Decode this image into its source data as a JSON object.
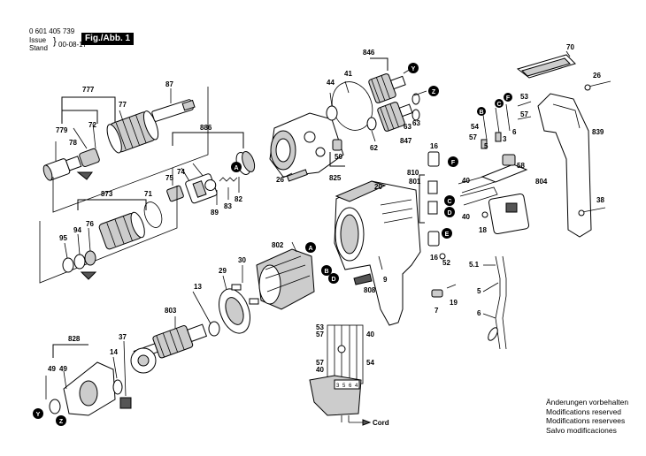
{
  "header": {
    "part_number": "0 601 405 739",
    "issue_label": "Issue",
    "stand_label": "Stand",
    "date": "00-08-17",
    "figure": "Fig./Abb. 1"
  },
  "notes": [
    "Änderungen vorbehalten",
    "Modifications reserved",
    "Modifications reservees",
    "Salvo modificaciones"
  ],
  "callouts": {
    "c777": "777",
    "c77": "77",
    "c72": "72",
    "c779": "779",
    "c78": "78",
    "c87": "87",
    "c886": "886",
    "c75": "75",
    "c74": "74",
    "c89": "89",
    "c83": "83",
    "c82": "82",
    "c873": "873",
    "c71": "71",
    "c76": "76",
    "c94": "94",
    "c95": "95",
    "c44": "44",
    "c41": "41",
    "c846": "846",
    "c62": "62",
    "c63": "63",
    "c847": "847",
    "c50": "50",
    "c26a": "26",
    "c825": "825",
    "c70": "70",
    "c26b": "26",
    "c839": "839",
    "c38": "38",
    "c53": "53",
    "c57a": "57",
    "c54": "54",
    "c57b": "57",
    "c5a": "5",
    "c3": "3",
    "c6a": "6",
    "c16a": "16",
    "c810": "810",
    "c801": "801",
    "c20": "20",
    "c58": "58",
    "c40a": "40",
    "c40b": "40",
    "c804": "804",
    "c18": "18",
    "c16b": "16",
    "c52": "52",
    "c9": "9",
    "c808": "808",
    "c7": "7",
    "c19": "19",
    "c51": "5.1",
    "c5b": "5",
    "c6b": "6",
    "c802": "802",
    "c30": "30",
    "c29": "29",
    "c13": "13",
    "c803": "803",
    "c828": "828",
    "c37": "37",
    "c49a": "49",
    "c49b": "49",
    "c14": "14",
    "w53": "53",
    "w57a": "57",
    "w40a": "40",
    "w57b": "57",
    "w40b": "40",
    "w54": "54",
    "cord": "Cord"
  },
  "connectors": [
    "A",
    "B",
    "C",
    "D",
    "E",
    "F",
    "Y",
    "Z"
  ],
  "wiring_terminals": [
    "3",
    "5",
    "6",
    "4"
  ]
}
